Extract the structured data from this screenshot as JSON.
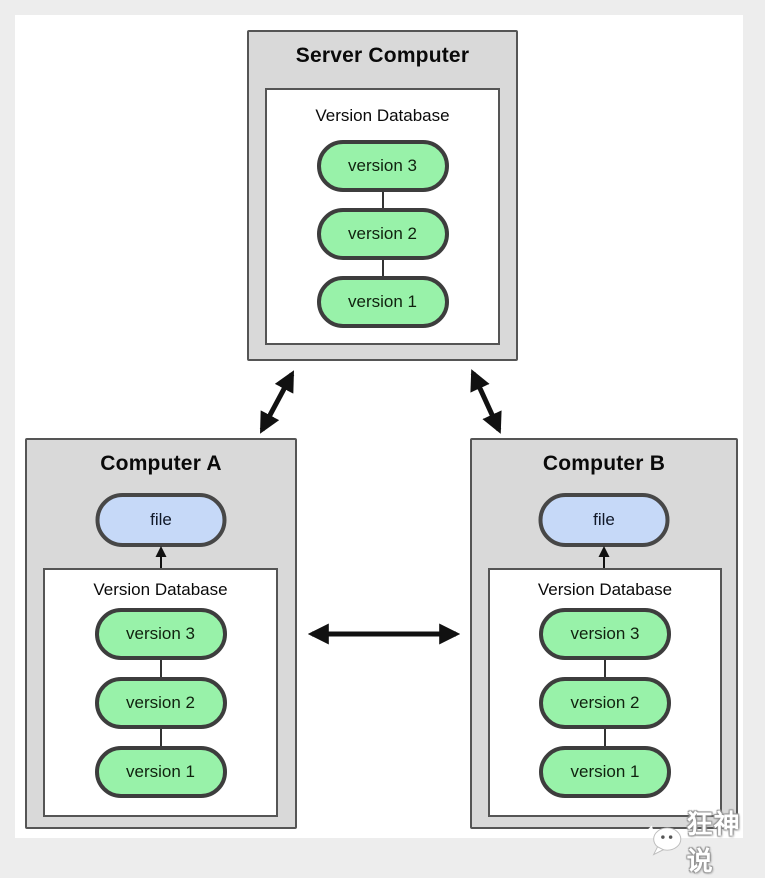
{
  "diagram": {
    "server": {
      "title": "Server Computer",
      "database_label": "Version Database",
      "versions": [
        "version 3",
        "version 2",
        "version 1"
      ]
    },
    "computer_a": {
      "title": "Computer A",
      "file_label": "file",
      "database_label": "Version Database",
      "versions": [
        "version 3",
        "version 2",
        "version 1"
      ]
    },
    "computer_b": {
      "title": "Computer B",
      "file_label": "file",
      "database_label": "Version Database",
      "versions": [
        "version 3",
        "version 2",
        "version 1"
      ]
    }
  },
  "watermark": {
    "text": "狂神说"
  },
  "colors": {
    "page_margin": "#ededed",
    "panel": "#ffffff",
    "box_fill": "#d9d9d9",
    "box_border": "#555555",
    "pill_border": "#3d3d3d",
    "version_fill": "#98f2a9",
    "file_fill": "#c6d9f8",
    "arrow": "#111111"
  }
}
